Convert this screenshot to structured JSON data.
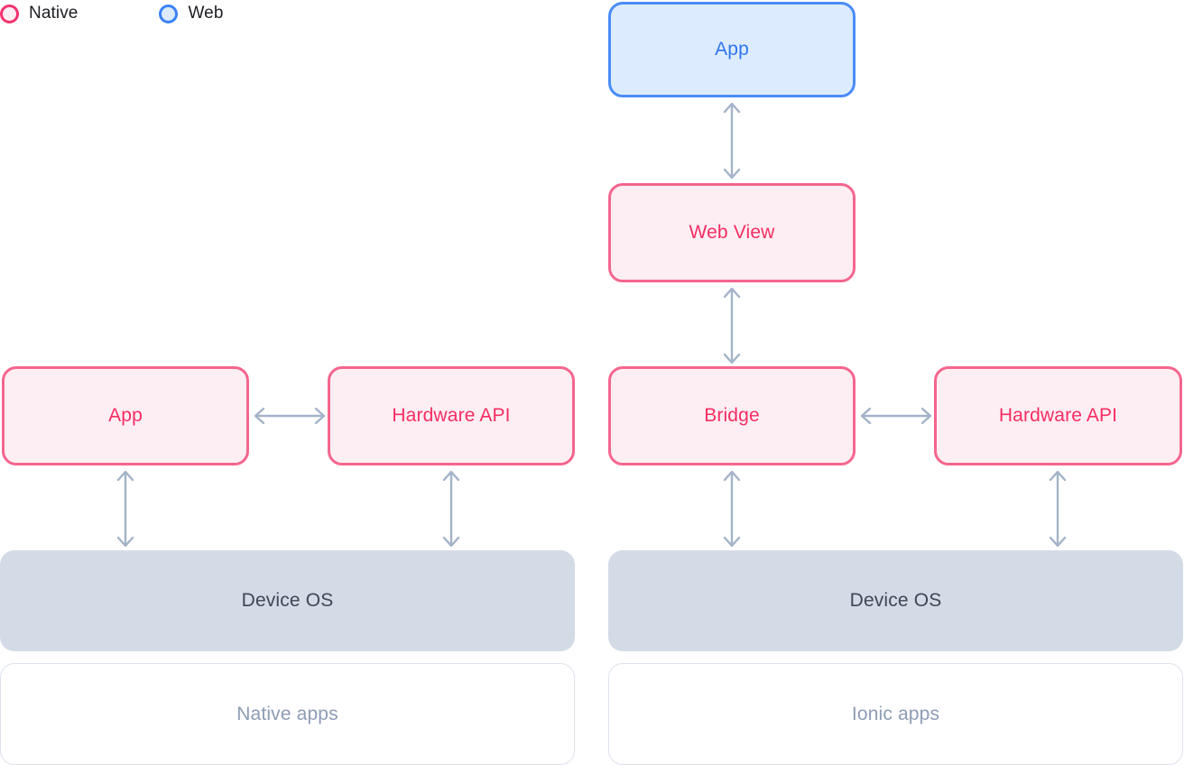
{
  "legend": {
    "items": [
      {
        "label": "Native",
        "icon": "circle-outline-icon",
        "color": "#f4336e",
        "fill": "#fdeef3"
      },
      {
        "label": "Web",
        "icon": "circle-outline-icon",
        "color": "#3b82f6",
        "fill": "#dbeafe"
      }
    ]
  },
  "diagram": {
    "columns": [
      {
        "name": "native-column",
        "platform_label": "Native apps",
        "os_label": "Device OS",
        "nodes": [
          {
            "label": "App",
            "kind": "native"
          },
          {
            "label": "Hardware API",
            "kind": "native"
          }
        ]
      },
      {
        "name": "ionic-column",
        "platform_label": "Ionic apps",
        "os_label": "Device OS",
        "nodes": [
          {
            "label": "App",
            "kind": "web"
          },
          {
            "label": "Web View",
            "kind": "native"
          },
          {
            "label": "Bridge",
            "kind": "native"
          },
          {
            "label": "Hardware API",
            "kind": "native"
          }
        ]
      }
    ],
    "connector_color": "#a3b3c9"
  },
  "labels": {
    "app": "App",
    "web_view": "Web View",
    "bridge": "Bridge",
    "hardware_api": "Hardware API",
    "device_os": "Device OS",
    "native_apps": "Native apps",
    "ionic_apps": "Ionic apps"
  },
  "colors": {
    "native_stroke": "#f4668e",
    "native_fill": "#fdeef3",
    "native_text": "#f72d63",
    "web_stroke": "#4a8cf7",
    "web_fill": "#dcebfe",
    "web_text": "#2f76ef",
    "os_fill": "#d3dbe7",
    "os_text": "#3f4654",
    "platform_border": "#dde3ed",
    "platform_text": "#8d9cb5",
    "arrow": "#a3b3c9"
  }
}
